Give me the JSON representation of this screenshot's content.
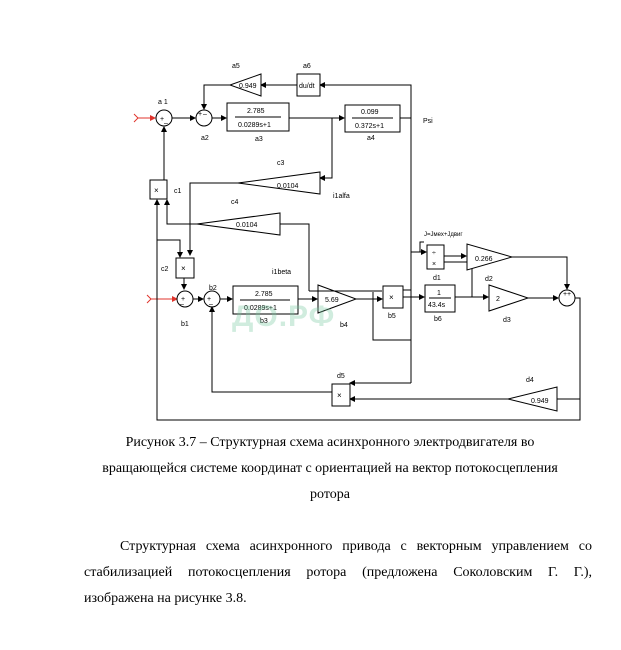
{
  "diagram": {
    "blocks": {
      "a1": "a 1",
      "a2": "a2",
      "a3": "a3",
      "a4": "a4",
      "a5": "a5",
      "a6": "a6",
      "b1": "b1",
      "b2": "b2",
      "b3": "b3",
      "b4": "b4",
      "b5": "b5",
      "b6": "b6",
      "c1": "c1",
      "c2": "c2",
      "c3": "c3",
      "c4": "c4",
      "d1": "d1",
      "d2": "d2",
      "d3": "d3",
      "d4": "d4",
      "d5": "d5"
    },
    "values": {
      "a5_gain": "0.949",
      "a6_deriv": "du/dt",
      "a3_num": "2.785",
      "a3_den": "0.0289s+1",
      "a4_num": "0.099",
      "a4_den": "0.372s+1",
      "c3_gain": "0.0104",
      "c4_gain": "0.0104",
      "b3_num": "2.785",
      "b3_den": "0.0289s+1",
      "b4_gain": "5.69",
      "b6_num": "1",
      "b6_den": "43.4s",
      "d1_div": "÷",
      "d1_mul": "×",
      "d2_gain": "0.266",
      "d3_gain": "2",
      "d4_gain": "0.949",
      "mult": "×"
    },
    "signals": {
      "psi": "Psi",
      "i1alfa": "i1alfa",
      "i1beta": "i1beta",
      "j": "J=Jмех+Jдвиг"
    },
    "signs": {
      "plus": "+",
      "minus": "–",
      "plus2": "+",
      "minus2": "–"
    }
  },
  "watermark": "ДО.РФ",
  "caption": {
    "line1": "Рисунок 3.7 – Структурная схема асинхронного электродвигателя  во",
    "line2": "вращающейся системе координат с ориентацией на вектор потокосцепления",
    "line3": "ротора"
  },
  "paragraph": {
    "line1": "Структурная  схема  асинхронного  привода  с  векторным  управлением  со",
    "line2": "стабилизацией  потокосцепления  ротора    (предложена  Соколовским  Г.  Г.),",
    "line3": "изображена на рисунке 3.8."
  }
}
